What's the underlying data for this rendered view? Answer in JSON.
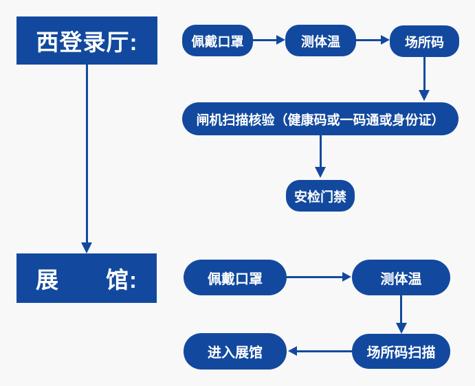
{
  "colors": {
    "background": "#F8F8F8",
    "node_fill": "#12499E",
    "node_text": "#FFFFFF",
    "connector": "#12499E"
  },
  "west_hall": {
    "title": "西登录厅:",
    "steps": {
      "wear_mask": "佩戴口罩",
      "measure_temp": "测体温",
      "venue_code": "场所码",
      "gate_scan": "闸机扫描核验（健康码或一码通或身份证）",
      "security_gate": "安检门禁"
    }
  },
  "exhibition_hall": {
    "title": "展　　馆:",
    "steps": {
      "wear_mask": "佩戴口罩",
      "measure_temp": "测体温",
      "venue_code_scan": "场所码扫描",
      "enter_hall": "进入展馆"
    }
  }
}
